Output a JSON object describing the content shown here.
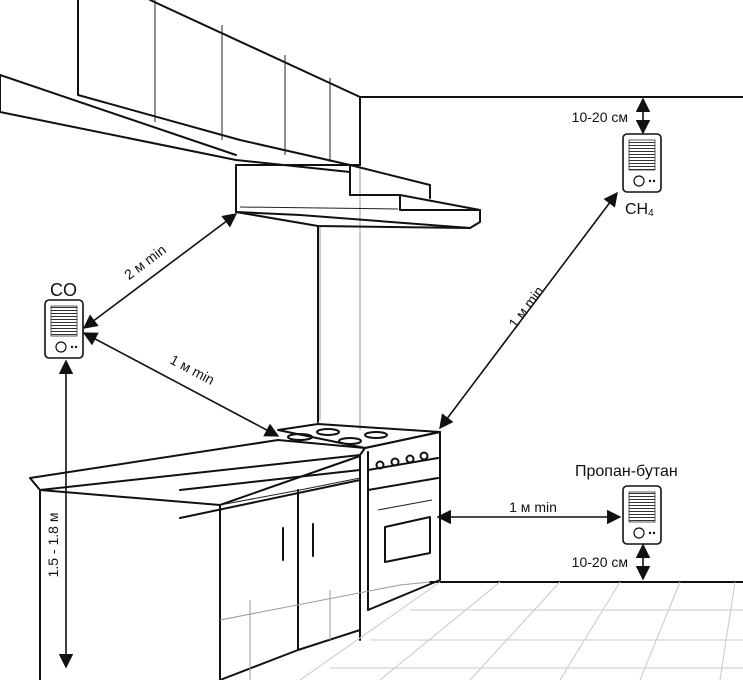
{
  "sensors": {
    "co": {
      "label": "CO"
    },
    "ch4": {
      "label": "CH",
      "subscript": "4"
    },
    "propane": {
      "label": "Пропан-бутан"
    }
  },
  "dimensions": {
    "hood_to_co": "2 м min",
    "co_to_stove": "1 м min",
    "stove_to_ch4": "1 м min",
    "stove_to_propane": "1 м min",
    "ceiling_to_ch4": "10-20 см",
    "floor_to_propane": "10-20 см",
    "co_height": "1.5 - 1.8 м"
  },
  "colors": {
    "line": "#111111",
    "background": "#ffffff"
  }
}
